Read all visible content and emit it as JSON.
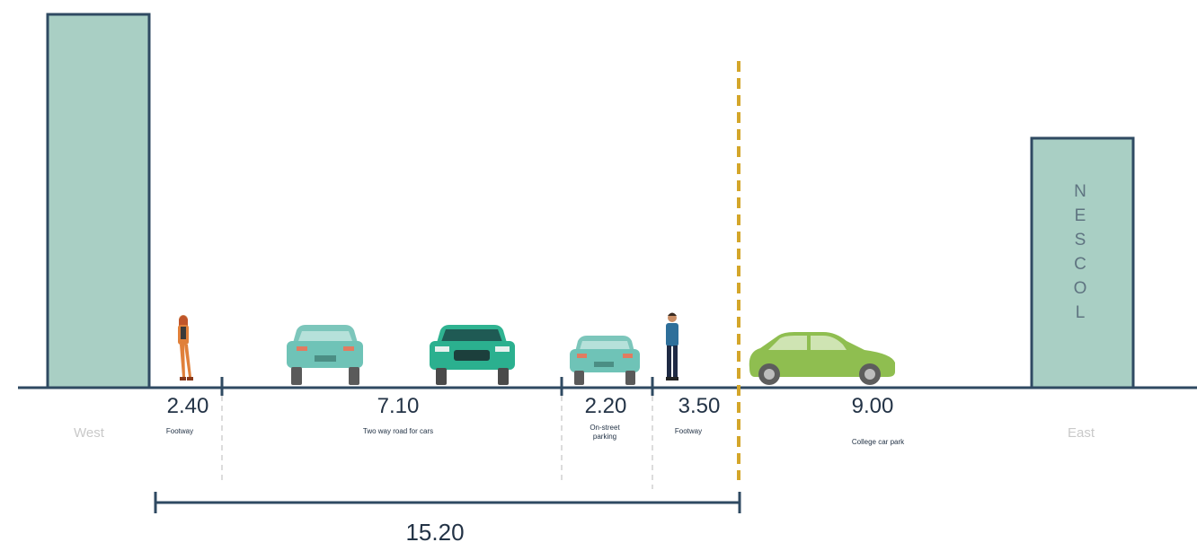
{
  "buildings": {
    "west_label": "West",
    "east_label": "East",
    "east_name_letters": [
      "N",
      "E",
      "S",
      "C",
      "O",
      "L"
    ]
  },
  "segments": [
    {
      "width": "2.40",
      "label": "Footway"
    },
    {
      "width": "7.10",
      "label": "Two way road for cars"
    },
    {
      "width": "2.20",
      "label": "On-street parking"
    },
    {
      "width": "3.50",
      "label": "Footway"
    },
    {
      "width": "9.00",
      "label": "College car park"
    }
  ],
  "segment_label_lines": {
    "parking_line1": "On-street",
    "parking_line2": "parking"
  },
  "total_width": "15.20",
  "colors": {
    "building_fill": "#a9cfc4",
    "outline": "#2f4a62",
    "boundary_line": "#d4a62a",
    "car_teal": "#6fc3b7",
    "car_green_dark": "#2bb08f",
    "car_lime": "#8fbe50",
    "person_orange": "#e0803a",
    "person_blue": "#2e6f9a"
  }
}
